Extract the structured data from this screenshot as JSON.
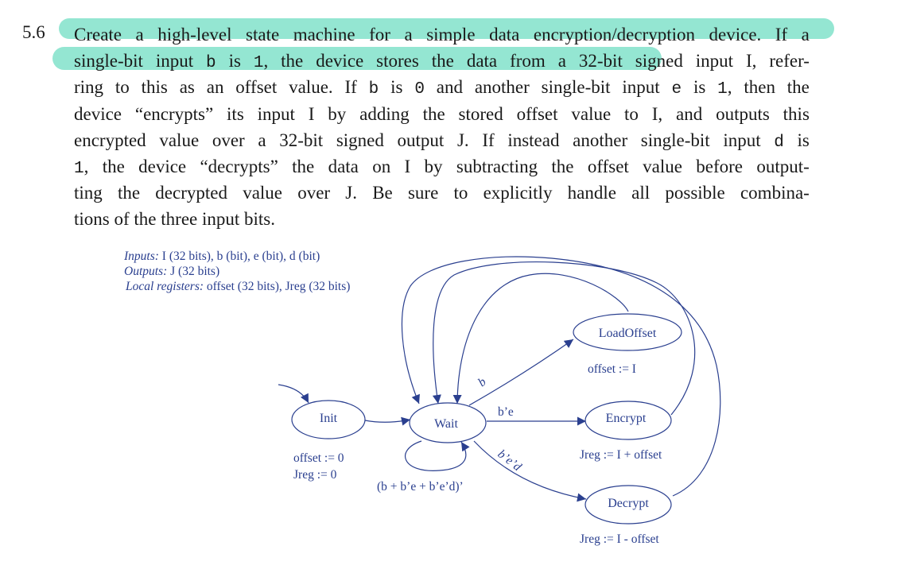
{
  "problem": {
    "number": "5.6",
    "lines": [
      [
        "Create",
        "a",
        "high-level",
        "state",
        "machine",
        "for",
        "a",
        "simple",
        "data",
        "encryption/decryption",
        "device.",
        "If",
        "a"
      ],
      [
        "single-bit",
        "input",
        "@b",
        "is",
        "@1,",
        "the",
        "device",
        "stores",
        "the",
        "data",
        "from",
        "a",
        "32-bit",
        "signed",
        "input",
        "I,",
        "refer-"
      ],
      [
        "ring",
        "to",
        "this",
        "as",
        "an",
        "offset",
        "value.",
        "If",
        "@b",
        "is",
        "@0",
        "and",
        "another",
        "single-bit",
        "input",
        "@e",
        "is",
        "@1,",
        "then",
        "the"
      ],
      [
        "device",
        "“encrypts”",
        "its",
        "input",
        "I",
        "by",
        "adding",
        "the",
        "stored",
        "offset",
        "value",
        "to",
        "I,",
        "and",
        "outputs",
        "this"
      ],
      [
        "encrypted",
        "value",
        "over",
        "a",
        "32-bit",
        "signed",
        "output",
        "J.",
        "If",
        "instead",
        "another",
        "single-bit",
        "input",
        "@d",
        "is"
      ],
      [
        "@1,",
        "the",
        "device",
        "“decrypts”",
        "the",
        "data",
        "on",
        "I",
        "by",
        "subtracting",
        "the",
        "offset",
        "value",
        "before",
        "output-"
      ],
      [
        "ting",
        "the",
        "decrypted",
        "value",
        "over",
        "J.",
        "Be",
        "sure",
        "to",
        "explicitly",
        "handle",
        "all",
        "possible",
        "combina-"
      ],
      [
        "tions",
        "of",
        "the",
        "three",
        "input",
        "bits."
      ]
    ]
  },
  "header": {
    "inputs_label": "Inputs:",
    "inputs_value": " I (32 bits), b (bit), e (bit), d (bit)",
    "outputs_label": "Outputs:",
    "outputs_value": " J (32 bits)",
    "locals_label": "Local registers:",
    "locals_value": " offset (32 bits), Jreg (32 bits)"
  },
  "states": {
    "init": "Init",
    "wait": "Wait",
    "loadoffset": "LoadOffset",
    "encrypt": "Encrypt",
    "decrypt": "Decrypt"
  },
  "actions": {
    "init_offset": "offset := 0",
    "init_jreg": "Jreg := 0",
    "loadoffset": "offset := I",
    "encrypt": "Jreg := I + offset",
    "decrypt": "Jreg := I - offset"
  },
  "transitions": {
    "to_loadoffset": "b",
    "to_encrypt": "b’e",
    "to_decrypt": "b’e’d",
    "self_loop": "(b + b’e + b’e’d)’"
  },
  "colors": {
    "diagram": "#2a3f8f",
    "highlight": "#94e6d2",
    "text": "#1a1a1a"
  }
}
